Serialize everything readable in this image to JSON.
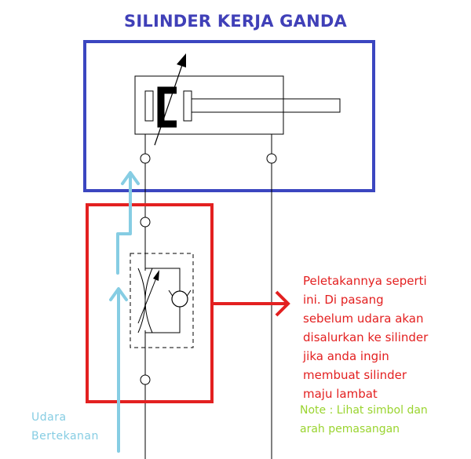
{
  "title": "SILINDER KERJA GANDA",
  "annotation": {
    "lines": [
      "Peletakannya seperti",
      "ini. Di pasang",
      "sebelum udara akan",
      "disalurkan ke silinder",
      "jika anda ingin",
      "membuat silinder",
      "maju lambat"
    ]
  },
  "note": {
    "lines": [
      "Note : Lihat simbol dan",
      "arah pemasangan"
    ]
  },
  "air_label": {
    "lines": [
      "Udara",
      "Bertekanan"
    ]
  },
  "colors": {
    "title": "#4040b8",
    "cylinder_frame": "#3b46c0",
    "valve_frame": "#e32020",
    "annotation_text": "#e32020",
    "note_text": "#9ad42f",
    "air_flow": "#86cde3",
    "schematic_lines": "#000000"
  }
}
